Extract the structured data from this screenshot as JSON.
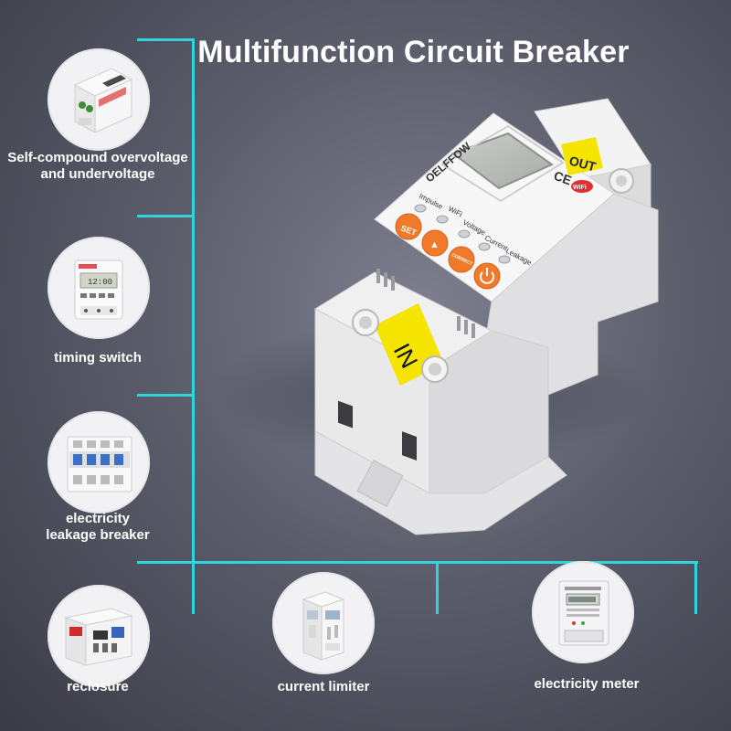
{
  "title": "Multifunction Circuit Breaker",
  "colors": {
    "line": "#2fd4dc",
    "background": "#55576a",
    "accent_orange": "#f07a2a",
    "label_yellow": "#f5e300"
  },
  "features": [
    {
      "label_line1": "Self-compound overvoltage",
      "label_line2": "and undervoltage",
      "icon": "voltage-protector-icon"
    },
    {
      "label_line1": "timing switch",
      "label_line2": "",
      "icon": "timer-switch-icon"
    },
    {
      "label_line1": "electricity",
      "label_line2": "leakage breaker",
      "icon": "leakage-breaker-icon"
    },
    {
      "label_line1": "reclosure",
      "label_line2": "",
      "icon": "recloser-icon"
    },
    {
      "label_line1": "current limiter",
      "label_line2": "",
      "icon": "current-limiter-icon"
    },
    {
      "label_line1": "electricity meter",
      "label_line2": "",
      "icon": "electricity-meter-icon"
    }
  ],
  "device": {
    "brand": "OELFFOW",
    "cert_mark": "CE",
    "wifi_badge": "WiFi",
    "out_label": "OUT",
    "in_label": "IN",
    "indicators": [
      "Impulse",
      "WiFi",
      "Voltage",
      "Current",
      "Leakage"
    ],
    "buttons": [
      "SET",
      "▲",
      "CORRECT"
    ],
    "power_icon": "power-icon"
  }
}
